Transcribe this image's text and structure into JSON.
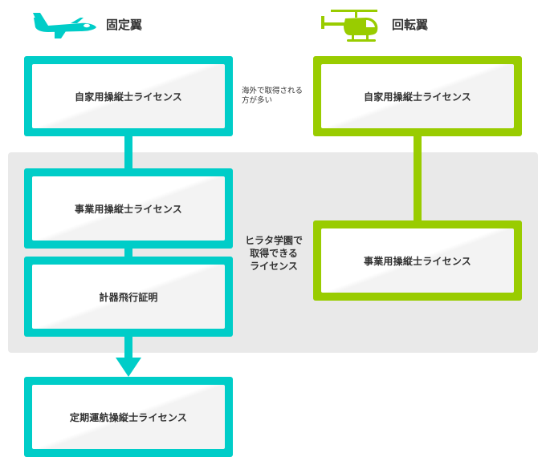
{
  "fixed_wing": {
    "heading": "固定翼",
    "icon": "airplane-icon",
    "color": "#00cdc8",
    "boxes": [
      "自家用操縦士ライセンス",
      "事業用操縦士ライセンス",
      "計器飛行証明",
      "定期運航操縦士ライセンス"
    ]
  },
  "rotary_wing": {
    "heading": "回転翼",
    "icon": "helicopter-icon",
    "color": "#99cc00",
    "boxes": [
      "自家用操縦士ライセンス",
      "事業用操縦士ライセンス"
    ]
  },
  "notes": {
    "side_note": [
      "海外で取得される",
      "方が多い"
    ],
    "panel_note": [
      "ヒラタ学園で",
      "取得できる",
      "ライセンス"
    ]
  },
  "colors": {
    "panel": "#e9e9e9",
    "text": "#333333"
  }
}
